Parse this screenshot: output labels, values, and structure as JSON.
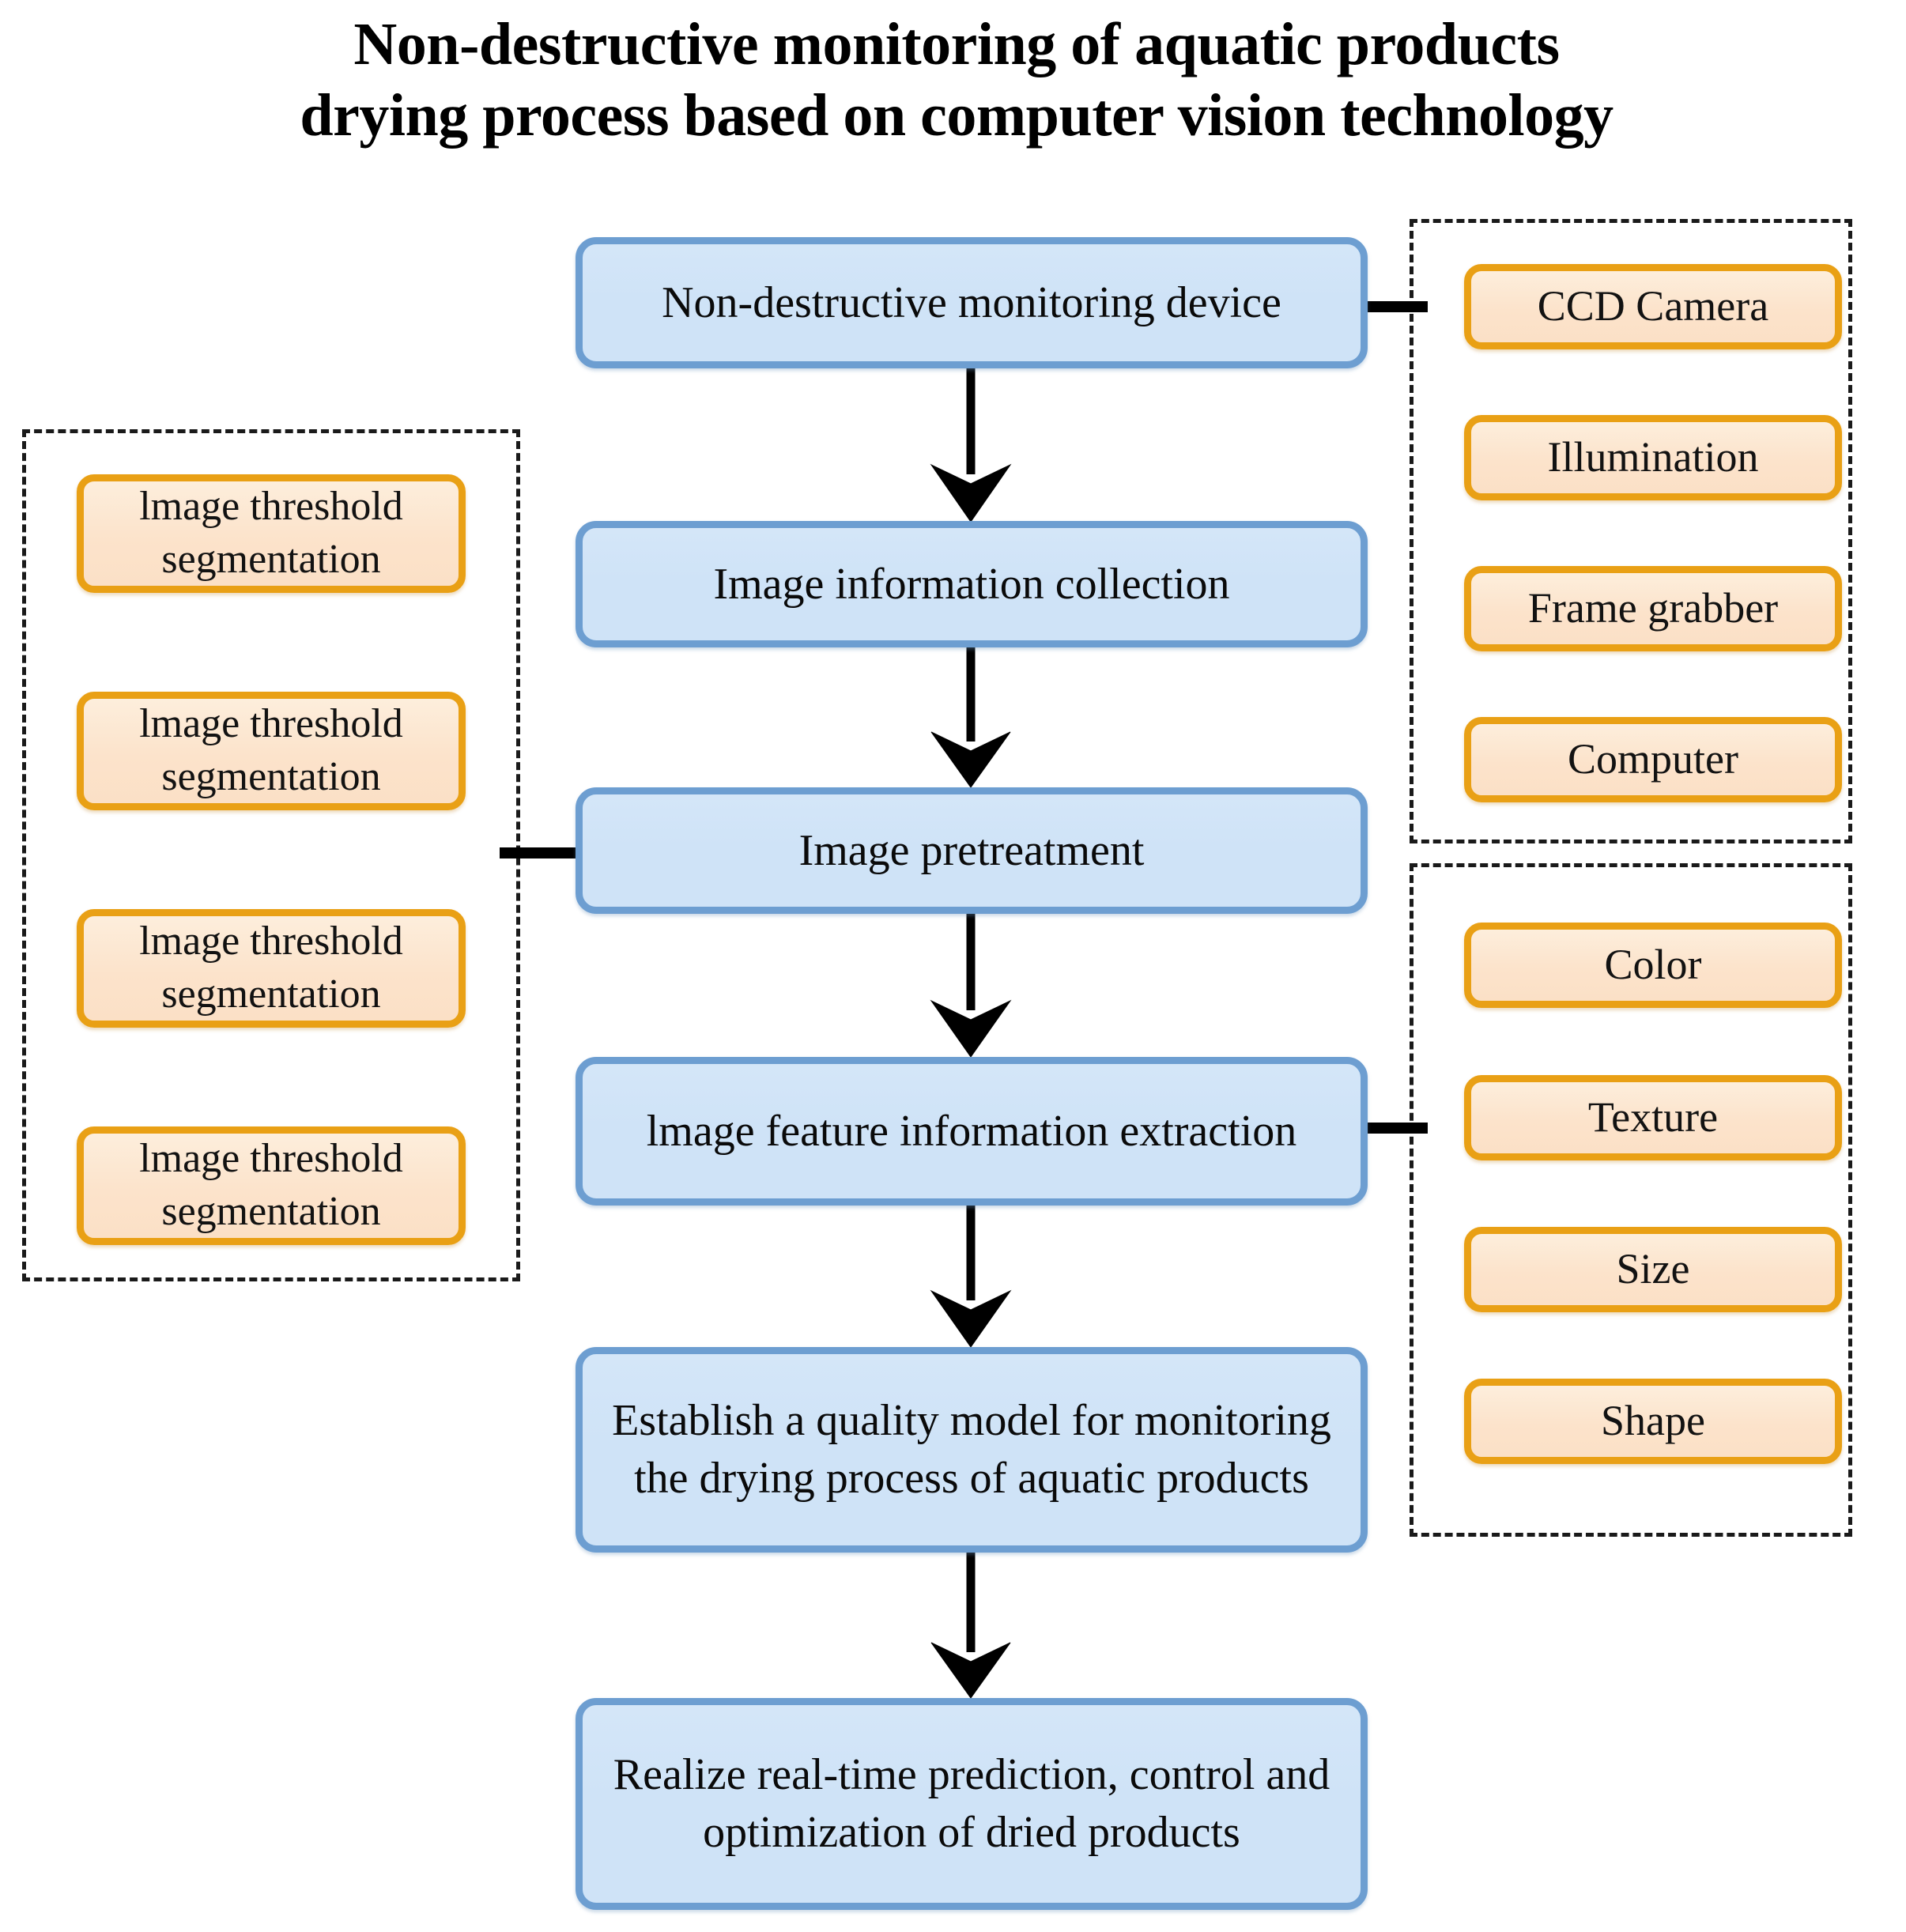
{
  "title": {
    "line1": "Non-destructive monitoring of aquatic products",
    "line2": "drying process based on computer vision technology"
  },
  "colors": {
    "blue_fill": "#cfe3f7",
    "blue_border": "#6d9ed1",
    "orange_fill": "#fce3cb",
    "orange_border": "#e9a015",
    "dashed_border": "#1a1a1a",
    "arrow": "#000000",
    "text": "#000000",
    "background": "#ffffff"
  },
  "flow": {
    "steps": [
      {
        "id": "device",
        "label": "Non-destructive monitoring device"
      },
      {
        "id": "collection",
        "label": "Image information collection"
      },
      {
        "id": "pretreat",
        "label": "Image pretreatment"
      },
      {
        "id": "extract",
        "label": "lmage feature information extraction"
      },
      {
        "id": "model",
        "label": "Establish a quality model for monitoring the drying process of aquatic products"
      },
      {
        "id": "realize",
        "label": "Realize real-time prediction, control and optimization of dried products"
      }
    ]
  },
  "groups": {
    "left": {
      "name": "image-pretreatment-methods",
      "connects_to": "pretreat",
      "items": [
        {
          "label": "lmage threshold segmentation"
        },
        {
          "label": "lmage threshold segmentation"
        },
        {
          "label": "lmage threshold segmentation"
        },
        {
          "label": "lmage threshold segmentation"
        }
      ]
    },
    "device": {
      "name": "monitoring-device-components",
      "connects_to": "device",
      "items": [
        {
          "label": "CCD Camera"
        },
        {
          "label": "Illumination"
        },
        {
          "label": "Frame grabber"
        },
        {
          "label": "Computer"
        }
      ]
    },
    "feature": {
      "name": "image-feature-types",
      "connects_to": "extract",
      "items": [
        {
          "label": "Color"
        },
        {
          "label": "Texture"
        },
        {
          "label": "Size"
        },
        {
          "label": "Shape"
        }
      ]
    }
  },
  "chart_data": {
    "type": "diagram",
    "title": "Non-destructive monitoring of aquatic products drying process based on computer vision technology",
    "nodes": [
      "Non-destructive monitoring device",
      "Image information collection",
      "Image pretreatment",
      "lmage feature information extraction",
      "Establish a quality model for monitoring the drying process of aquatic products",
      "Realize real-time prediction, control and optimization of dried products"
    ],
    "edges": [
      {
        "from": "Non-destructive monitoring device",
        "to": "Image information collection",
        "kind": "arrow"
      },
      {
        "from": "Image information collection",
        "to": "Image pretreatment",
        "kind": "arrow"
      },
      {
        "from": "Image pretreatment",
        "to": "lmage feature information extraction",
        "kind": "arrow"
      },
      {
        "from": "lmage feature information extraction",
        "to": "Establish a quality model for monitoring the drying process of aquatic products",
        "kind": "arrow"
      },
      {
        "from": "Establish a quality model for monitoring the drying process of aquatic products",
        "to": "Realize real-time prediction, control and optimization of dried products",
        "kind": "arrow"
      },
      {
        "from": "Non-destructive monitoring device",
        "to": "monitoring-device-components",
        "kind": "line"
      },
      {
        "from": "Image pretreatment",
        "to": "image-pretreatment-methods",
        "kind": "line"
      },
      {
        "from": "lmage feature information extraction",
        "to": "image-feature-types",
        "kind": "line"
      }
    ]
  }
}
